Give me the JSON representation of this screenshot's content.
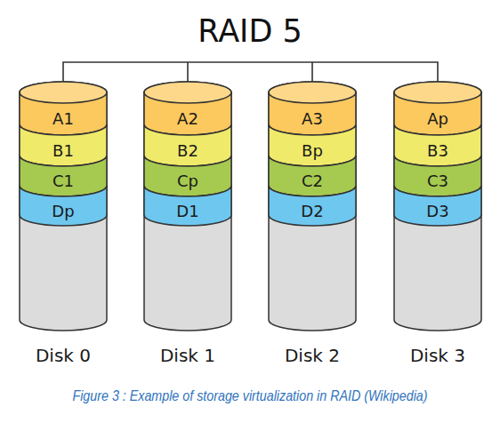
{
  "diagram": {
    "title": "RAID 5",
    "caption": "Figure 3 : Example of storage virtualization in RAID (Wikipedia)",
    "nodes": [
      {
        "text": [
          "Disk 0"
        ]
      },
      {
        "text": [
          "A1"
        ],
        "in": 0
      },
      {
        "text": [
          "B1"
        ],
        "in": 0
      },
      {
        "text": [
          "C1"
        ],
        "in": 0
      },
      {
        "text": [
          "Dp"
        ],
        "in": 0
      },
      {
        "text": [
          "Disk 1"
        ]
      },
      {
        "text": [
          "A2"
        ],
        "in": 5
      },
      {
        "text": [
          "B2"
        ],
        "in": 5
      },
      {
        "text": [
          "Cp"
        ],
        "in": 5
      },
      {
        "text": [
          "D1"
        ],
        "in": 5
      },
      {
        "text": [
          "Disk 2"
        ]
      },
      {
        "text": [
          "A3"
        ],
        "in": 10
      },
      {
        "text": [
          "Bp"
        ],
        "in": 10
      },
      {
        "text": [
          "C2"
        ],
        "in": 10
      },
      {
        "text": [
          "D2"
        ],
        "in": 10
      },
      {
        "text": [
          "Disk 3"
        ]
      },
      {
        "text": [
          "Ap"
        ],
        "in": 15
      },
      {
        "text": [
          "B3"
        ],
        "in": 15
      },
      {
        "text": [
          "C3"
        ],
        "in": 15
      },
      {
        "text": [
          "D3"
        ],
        "in": 15
      }
    ]
  }
}
